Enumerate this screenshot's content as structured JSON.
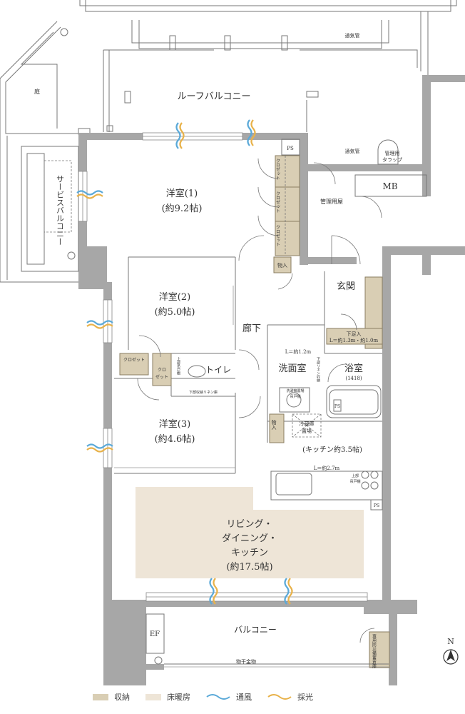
{
  "rooms": {
    "roof_balcony": "ルーフバルコニー",
    "service_balcony": "サービスバルコニー",
    "garden": "庭",
    "western1_name": "洋室(1)",
    "western1_size": "(約9.2帖)",
    "western2_name": "洋室(2)",
    "western2_size": "(約5.0帖)",
    "western3_name": "洋室(3)",
    "western3_size": "(約4.6帖)",
    "corridor": "廊下",
    "entrance": "玄関",
    "toilet": "トイレ",
    "washroom": "洗面室",
    "bathroom": "浴室",
    "bathroom_size": "(1418)",
    "kitchen_size": "(キッチン約3.5帖)",
    "ldk_line1": "リビング・",
    "ldk_line2": "ダイニング・",
    "ldk_line3": "キッチン",
    "ldk_size": "(約17.5帖)",
    "balcony": "バルコニー",
    "mb": "MB",
    "management_room": "管理用屋",
    "ef": "EF"
  },
  "labels": {
    "ventilation_pipe_top": "通気管",
    "ventilation_pipe_mid": "通気管",
    "mgmt_hatch_1": "管理用",
    "mgmt_hatch_2": "タラップ",
    "ps_top": "PS",
    "ps_bath": "PS",
    "ps_kitchen": "PS",
    "closet1": "クロゼット",
    "closet2": "クロゼット",
    "closet3": "クロゼット",
    "closet4": "クロゼット",
    "closet5": "クロ",
    "closet5b": "ゼット",
    "storage1": "物入",
    "storage2": "物入",
    "shoe_room_1": "下足入",
    "shoe_room_2": "L＝約1.3m・約1.0m",
    "wash_width": "L＝約1.2m",
    "kitchen_width": "L＝約2.7m",
    "fridge_1": "冷蔵庫",
    "fridge_2": "置場",
    "washer": "洗濯機置場",
    "washer_shelf": "吊戸棚",
    "linen_shelf": "下部リネン収納",
    "upper_cabinet_1": "上部",
    "upper_cabinet_2": "吊戸棚",
    "upper_shelf_toilet": "上部吊戸棚",
    "toilet_shelf": "下部収納リネン庫",
    "drying_rack": "物干金物",
    "disaster_storage": "専用防災備蓄倉庫",
    "north": "N"
  },
  "legend": {
    "storage": "収納",
    "floor_heating": "床暖房",
    "ventilation": "通風",
    "daylight": "採光"
  },
  "colors": {
    "wall": "#a7a7a7",
    "storage": "#d9ceb4",
    "floor_heating": "#eee5d7",
    "ventilation": "#5aa9d8",
    "daylight": "#e8b24a"
  }
}
